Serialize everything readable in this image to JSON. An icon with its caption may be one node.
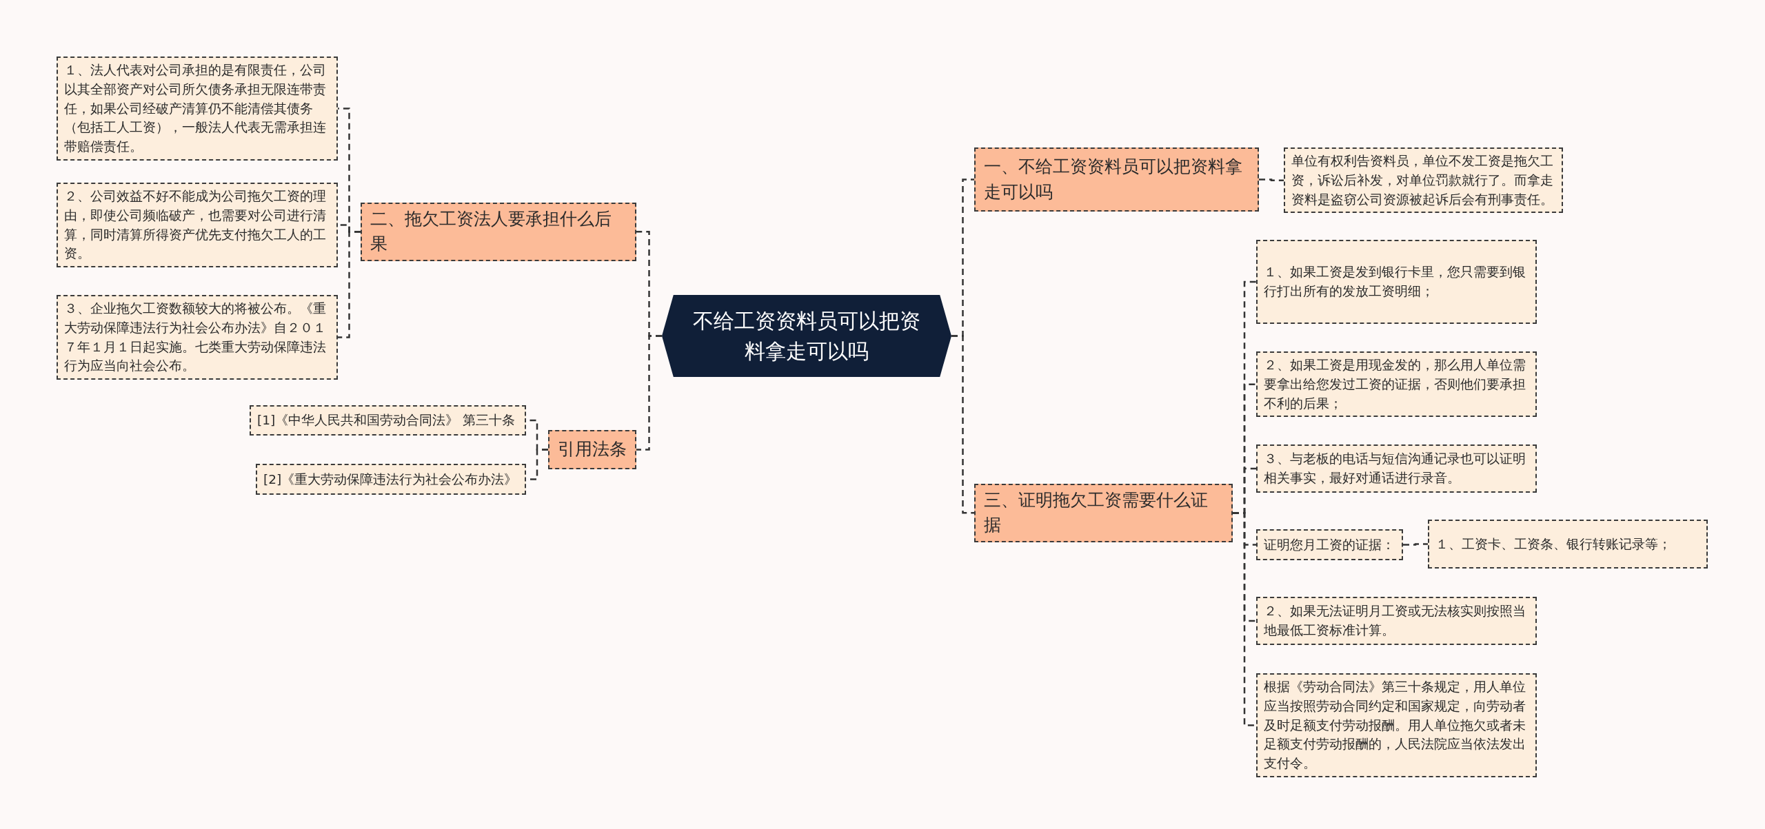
{
  "diagram": {
    "nodes": [
      {
        "text": [
          "不给工资资料员可以把资料拿走可以吗"
        ]
      },
      {
        "text": [
          "二、拖欠工资法人要承担什么后果"
        ]
      },
      {
        "text": [
          "１、法人代表对公司承担的是有限责任，公司以其全部资产对公司所欠债务承担无限连带责任，如果公司经破产清算仍不能清偿其债务（包括工人工资），一般法人代表无需承担连带赔偿责任。"
        ]
      },
      {
        "text": [
          "２、公司效益不好不能成为公司拖欠工资的理由，即使公司频临破产，也需要对公司进行清算，同时清算所得资产优先支付拖欠工人的工资。"
        ]
      },
      {
        "text": [
          "３、企业拖欠工资数额较大的将被公布。《重大劳动保障违法行为社会公布办法》自２０１７年１月１日起实施。七类重大劳动保障违法行为应当向社会公布。"
        ]
      },
      {
        "text": [
          "引用法条"
        ]
      },
      {
        "text": [
          "[1]《中华人民共和国劳动合同法》 第三十条"
        ]
      },
      {
        "text": [
          "[2]《重大劳动保障违法行为社会公布办法》"
        ]
      },
      {
        "text": [
          "一、不给工资资料员可以把资料拿走可以吗"
        ]
      },
      {
        "text": [
          "单位有权利告资料员，单位不发工资是拖欠工资，诉讼后补发，对单位罚款就行了。而拿走资料是盗窃公司资源被起诉后会有刑事责任。"
        ]
      },
      {
        "text": [
          "三、证明拖欠工资需要什么证据"
        ]
      },
      {
        "text": [
          "１、如果工资是发到银行卡里，您只需要到银行打出所有的发放工资明细；"
        ]
      },
      {
        "text": [
          "２、如果工资是用现金发的，那么用人单位需要拿出给您发过工资的证据，否则他们要承担不利的后果；"
        ]
      },
      {
        "text": [
          "３、与老板的电话与短信沟通记录也可以证明相关事实，最好对通话进行录音。"
        ]
      },
      {
        "text": [
          "证明您月工资的证据："
        ]
      },
      {
        "text": [
          "１、工资卡、工资条、银行转账记录等；"
        ]
      },
      {
        "text": [
          "２、如果无法证明月工资或无法核实则按照当地最低工资标准计算。"
        ]
      },
      {
        "text": [
          "根据《劳动合同法》第三十条规定，用人单位应当按照劳动合同约定和国家规定，向劳动者及时足额支付劳动报酬。用人单位拖欠或者未足额支付劳动报酬的，人民法院应当依法发出支付令。"
        ]
      }
    ],
    "edges": [
      {
        "from": 0,
        "to": 1,
        "arrow": "none",
        "style": "dashed"
      },
      {
        "from": 1,
        "to": 2,
        "arrow": "none",
        "style": "dashed"
      },
      {
        "from": 1,
        "to": 3,
        "arrow": "none",
        "style": "dashed"
      },
      {
        "from": 1,
        "to": 4,
        "arrow": "none",
        "style": "dashed"
      },
      {
        "from": 0,
        "to": 5,
        "arrow": "none",
        "style": "dashed"
      },
      {
        "from": 5,
        "to": 6,
        "arrow": "none",
        "style": "dashed"
      },
      {
        "from": 5,
        "to": 7,
        "arrow": "none",
        "style": "dashed"
      },
      {
        "from": 0,
        "to": 8,
        "arrow": "none",
        "style": "dashed"
      },
      {
        "from": 8,
        "to": 9,
        "arrow": "none",
        "style": "dashed"
      },
      {
        "from": 0,
        "to": 10,
        "arrow": "none",
        "style": "dashed"
      },
      {
        "from": 10,
        "to": 11,
        "arrow": "none",
        "style": "dashed"
      },
      {
        "from": 10,
        "to": 12,
        "arrow": "none",
        "style": "dashed"
      },
      {
        "from": 10,
        "to": 13,
        "arrow": "none",
        "style": "dashed"
      },
      {
        "from": 10,
        "to": 14,
        "arrow": "none",
        "style": "dashed"
      },
      {
        "from": 14,
        "to": 15,
        "arrow": "none",
        "style": "dashed"
      },
      {
        "from": 10,
        "to": 16,
        "arrow": "none",
        "style": "dashed"
      },
      {
        "from": 10,
        "to": 17,
        "arrow": "none",
        "style": "dashed"
      }
    ]
  }
}
